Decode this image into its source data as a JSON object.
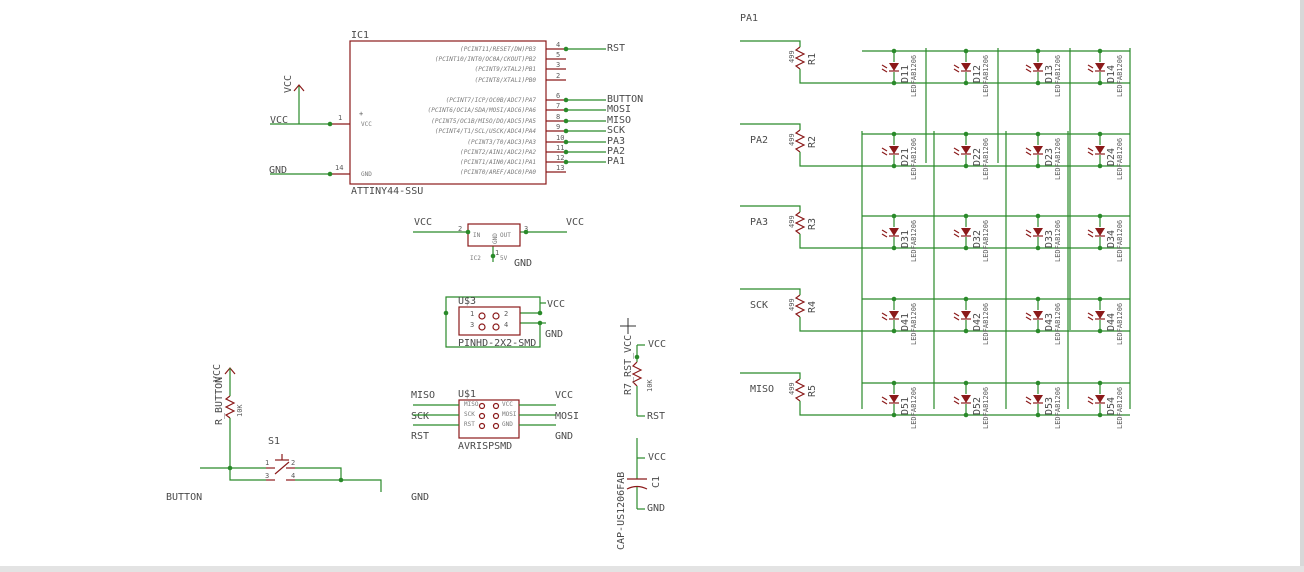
{
  "ic1": {
    "name": "IC1",
    "value": "ATTINY44-SSU",
    "left_pins": [
      {
        "num": "1",
        "name": "VCC"
      },
      {
        "num": "14",
        "name": "GND"
      }
    ],
    "right_pins": [
      {
        "num": "4",
        "name": "(PCINT11/RESET/DW)PB3"
      },
      {
        "num": "5",
        "name": "(PCINT10/INT0/OC0A/CKOUT)PB2"
      },
      {
        "num": "3",
        "name": "(PCINT9/XTAL2)PB1"
      },
      {
        "num": "2",
        "name": "(PCINT8/XTAL1)PB0"
      },
      {
        "num": "6",
        "name": "(PCINT7/ICP/OC0B/ADC7)PA7"
      },
      {
        "num": "7",
        "name": "(PCINT6/OC1A/SDA/MOSI/ADC6)PA6"
      },
      {
        "num": "8",
        "name": "(PCINT5/OC1B/MISO/DO/ADC5)PA5"
      },
      {
        "num": "9",
        "name": "(PCINT4/T1/SCL/USCK/ADC4)PA4"
      },
      {
        "num": "10",
        "name": "(PCINT3/T0/ADC3)PA3"
      },
      {
        "num": "11",
        "name": "(PCINT2/AIN1/ADC2)PA2"
      },
      {
        "num": "12",
        "name": "(PCINT1/AIN0/ADC1)PA1"
      },
      {
        "num": "13",
        "name": "(PCINT0/AREF/ADC0)PA0"
      }
    ],
    "nets": [
      "RST",
      "BUTTON",
      "MOSI",
      "MISO",
      "SCK",
      "PA3",
      "PA2",
      "PA1"
    ]
  },
  "power": {
    "vcc": "VCC",
    "gnd": "GND"
  },
  "ic2": {
    "name": "IC2",
    "value": "5V",
    "pin_in": "IN",
    "pin_out": "OUT",
    "pin_gnd": "GND",
    "pin_nums": [
      "2",
      "3",
      "1"
    ],
    "net_in": "VCC",
    "net_out": "VCC",
    "net_gnd": "GND"
  },
  "u3": {
    "name": "U$3",
    "value": "PINHD-2X2-SMD",
    "pins": [
      "1",
      "2",
      "3",
      "4"
    ],
    "net_vcc": "VCC",
    "net_gnd": "GND"
  },
  "u1": {
    "name": "U$1",
    "value": "AVRISPSMD",
    "pin_names": [
      "MISO",
      "VCC",
      "SCK",
      "MOSI",
      "RST",
      "GND"
    ],
    "nets_left": [
      "MISO",
      "SCK",
      "RST"
    ],
    "nets_right": [
      "VCC",
      "MOSI",
      "GND"
    ]
  },
  "button": {
    "resistor": "R_BUTTON",
    "resistor_value": "10K",
    "vcc": "VCC",
    "switch": "S1",
    "pins": [
      "1",
      "2",
      "3",
      "4"
    ],
    "net": "BUTTON",
    "gnd": "GND"
  },
  "reset": {
    "resistor": "R7_RST_VCC",
    "resistor_value": "10K",
    "vcc": "VCC",
    "net": "RST"
  },
  "cap": {
    "name": "C1",
    "value": "CAP-US1206FAB",
    "vcc": "VCC",
    "gnd": "GND"
  },
  "led_matrix": {
    "row_nets": [
      "PA1",
      "PA2",
      "PA3",
      "SCK",
      "MISO"
    ],
    "resistors": [
      "R1",
      "R2",
      "R3",
      "R4",
      "R5"
    ],
    "resistor_value": "499",
    "led_value": "LEDFAB1206",
    "leds": [
      [
        "D11",
        "D12",
        "D13",
        "D14"
      ],
      [
        "D21",
        "D22",
        "D23",
        "D24"
      ],
      [
        "D31",
        "D32",
        "D33",
        "D34"
      ],
      [
        "D41",
        "D42",
        "D43",
        "D44"
      ],
      [
        "D51",
        "D52",
        "D53",
        "D54"
      ]
    ]
  }
}
